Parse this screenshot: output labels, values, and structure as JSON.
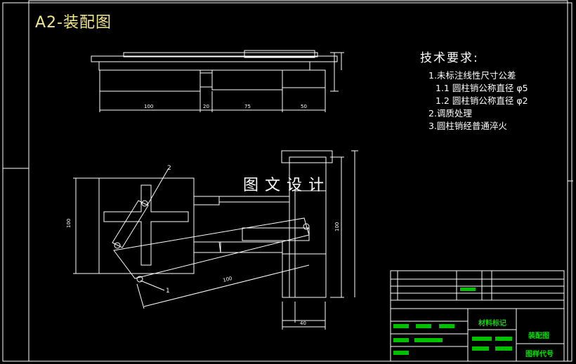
{
  "drawing": {
    "title": "A2-装配图",
    "watermark": "图文设计",
    "technical_requirements": {
      "heading": "技术要求:",
      "items": [
        "1.未标注线性尺寸公差",
        "1.1 圆柱销公称直径 φ5",
        "1.2 圆柱销公称直径 φ2",
        "2.调质处理",
        "3.圆柱销经普通淬火"
      ]
    },
    "part_callouts": [
      "2",
      "1"
    ],
    "dimensions": {
      "top_view": [
        "100",
        "20",
        "75",
        "50"
      ],
      "front_view": [
        "100",
        "100",
        "40",
        "100"
      ]
    },
    "title_block": {
      "material_label": "材料标记",
      "drawing_name": "装配图",
      "drawing_number_label": "图样代号"
    }
  },
  "colors": {
    "line": "#ffffff",
    "title": "#f0e68c",
    "title_block_fill": "#00c000"
  }
}
